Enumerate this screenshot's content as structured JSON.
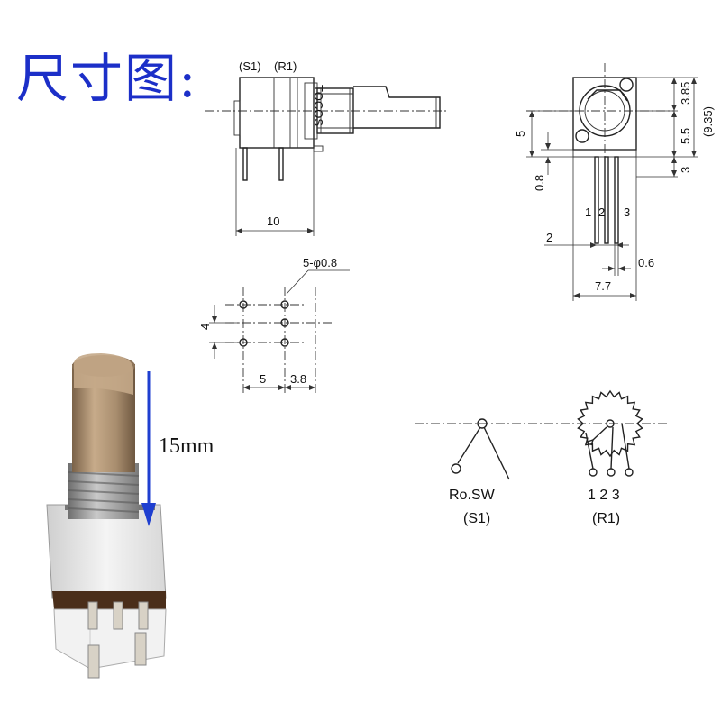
{
  "title": "尺寸图:",
  "side_view": {
    "label_s1": "(S1)",
    "label_r1": "(R1)",
    "brand_text": "TOCOS",
    "dim_width": "10"
  },
  "front_view": {
    "dim_3_85": "3.85",
    "dim_9_35": "(9.35)",
    "dim_5_5": "5.5",
    "dim_3": "3",
    "dim_5": "5",
    "dim_0_8": "0.8",
    "pin_1": "1",
    "pin_2": "2",
    "pin_3": "3",
    "dim_2": "2",
    "dim_0_6": "0.6",
    "dim_7_7": "7.7"
  },
  "footprint": {
    "hole_spec": "5-φ0.8",
    "dim_4": "4",
    "dim_5": "5",
    "dim_3_8": "3.8"
  },
  "schematic": {
    "switch_label": "Ro.SW",
    "switch_ref": "(S1)",
    "pot_pins": "1 2 3",
    "pot_ref": "(R1)"
  },
  "photo": {
    "shaft_length": "15mm"
  },
  "colors": {
    "title": "#1c2fc8",
    "arrow": "#1f3fd0",
    "shaft": "#a88d6e",
    "thread": "#9a9a9a",
    "housing": "#ededed"
  }
}
